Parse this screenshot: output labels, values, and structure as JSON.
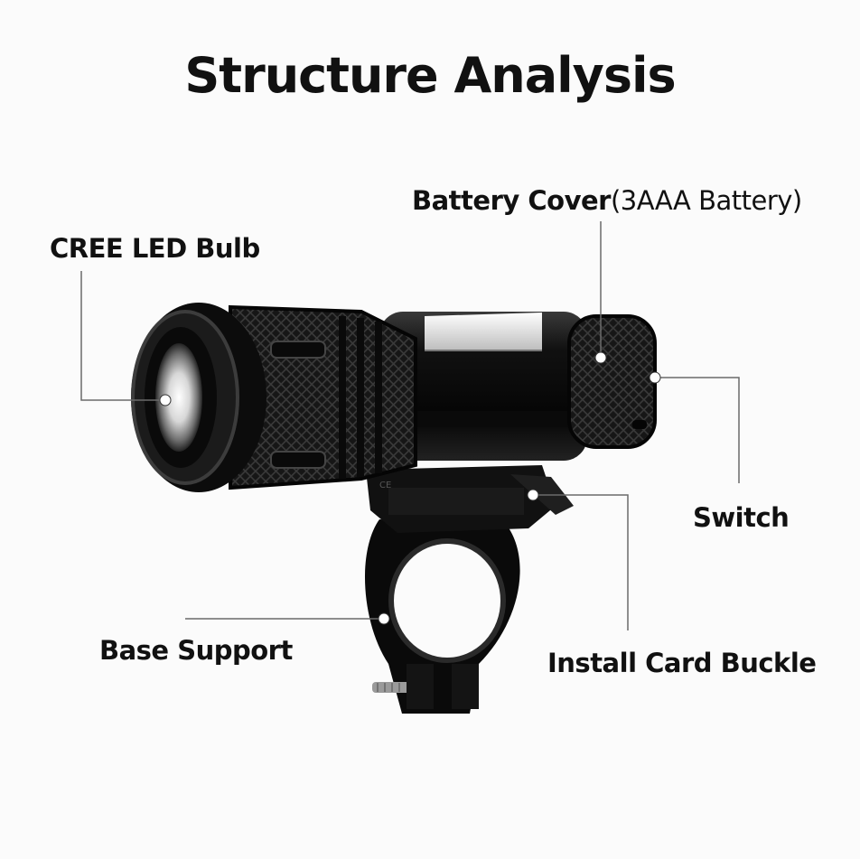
{
  "title": "Structure Analysis",
  "labels": {
    "bulb": "CREE LED Bulb",
    "battery_cover": "Battery Cover",
    "battery_note": "(3AAA Battery)",
    "switch": "Switch",
    "base_support": "Base Support",
    "buckle": "Install Card Buckle"
  },
  "colors": {
    "background": "#fbfbfb",
    "body": "#0d0d0d",
    "leader_line": "#6b6b6b"
  }
}
